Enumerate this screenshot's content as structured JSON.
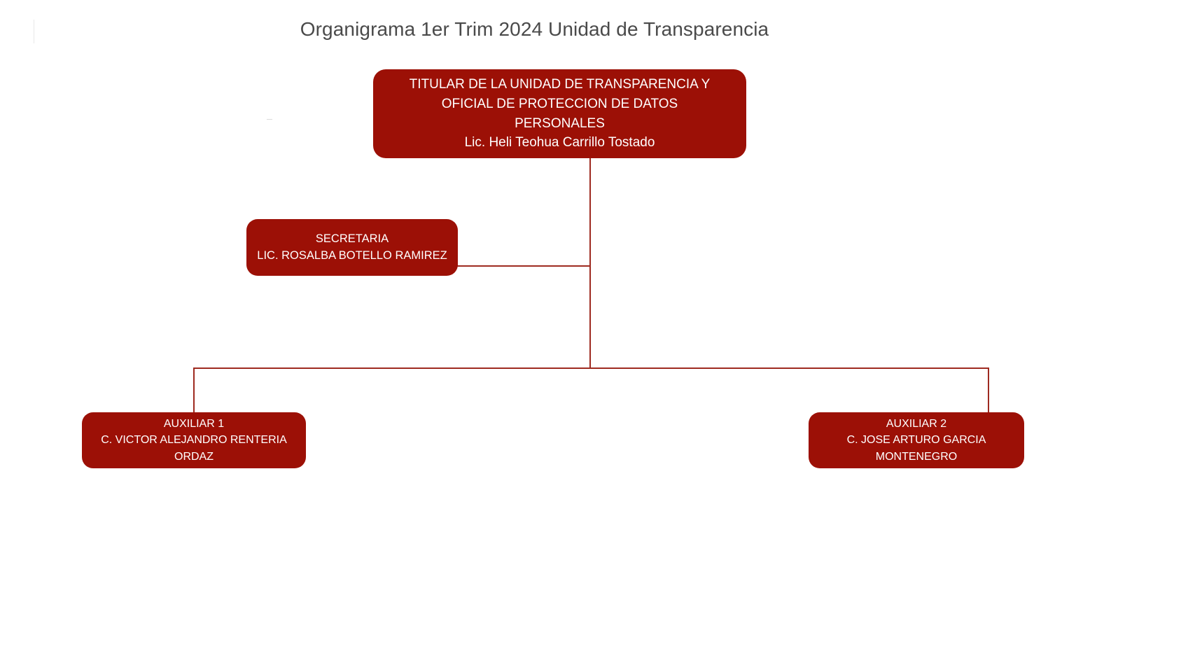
{
  "chart": {
    "title": "Organigrama 1er Trim 2024 Unidad de Transparencia",
    "type": "org-chart",
    "node_color": "#9C1006",
    "connector_color": "#9E2A20",
    "title_color": "#4A4A4A",
    "background": "#FFFFFF"
  },
  "nodes": {
    "titular": {
      "line1": "TITULAR DE LA UNIDAD DE TRANSPARENCIA Y",
      "line2": "OFICIAL DE PROTECCION DE DATOS",
      "line3": "PERSONALES",
      "line4": "Lic.  Heli Teohua Carrillo Tostado"
    },
    "secretaria": {
      "line1": "SECRETARIA",
      "line2": "LIC. ROSALBA BOTELLO RAMIREZ"
    },
    "auxiliar1": {
      "line1": "AUXILIAR 1",
      "line2": "C. VICTOR ALEJANDRO RENTERIA",
      "line3": "ORDAZ"
    },
    "auxiliar2": {
      "line1": "AUXILIAR 2",
      "line2": "C. JOSE ARTURO GARCIA",
      "line3": "MONTENEGRO"
    }
  },
  "hierarchy": {
    "root": "titular",
    "staff": [
      "secretaria"
    ],
    "children": [
      "auxiliar1",
      "auxiliar2"
    ]
  }
}
